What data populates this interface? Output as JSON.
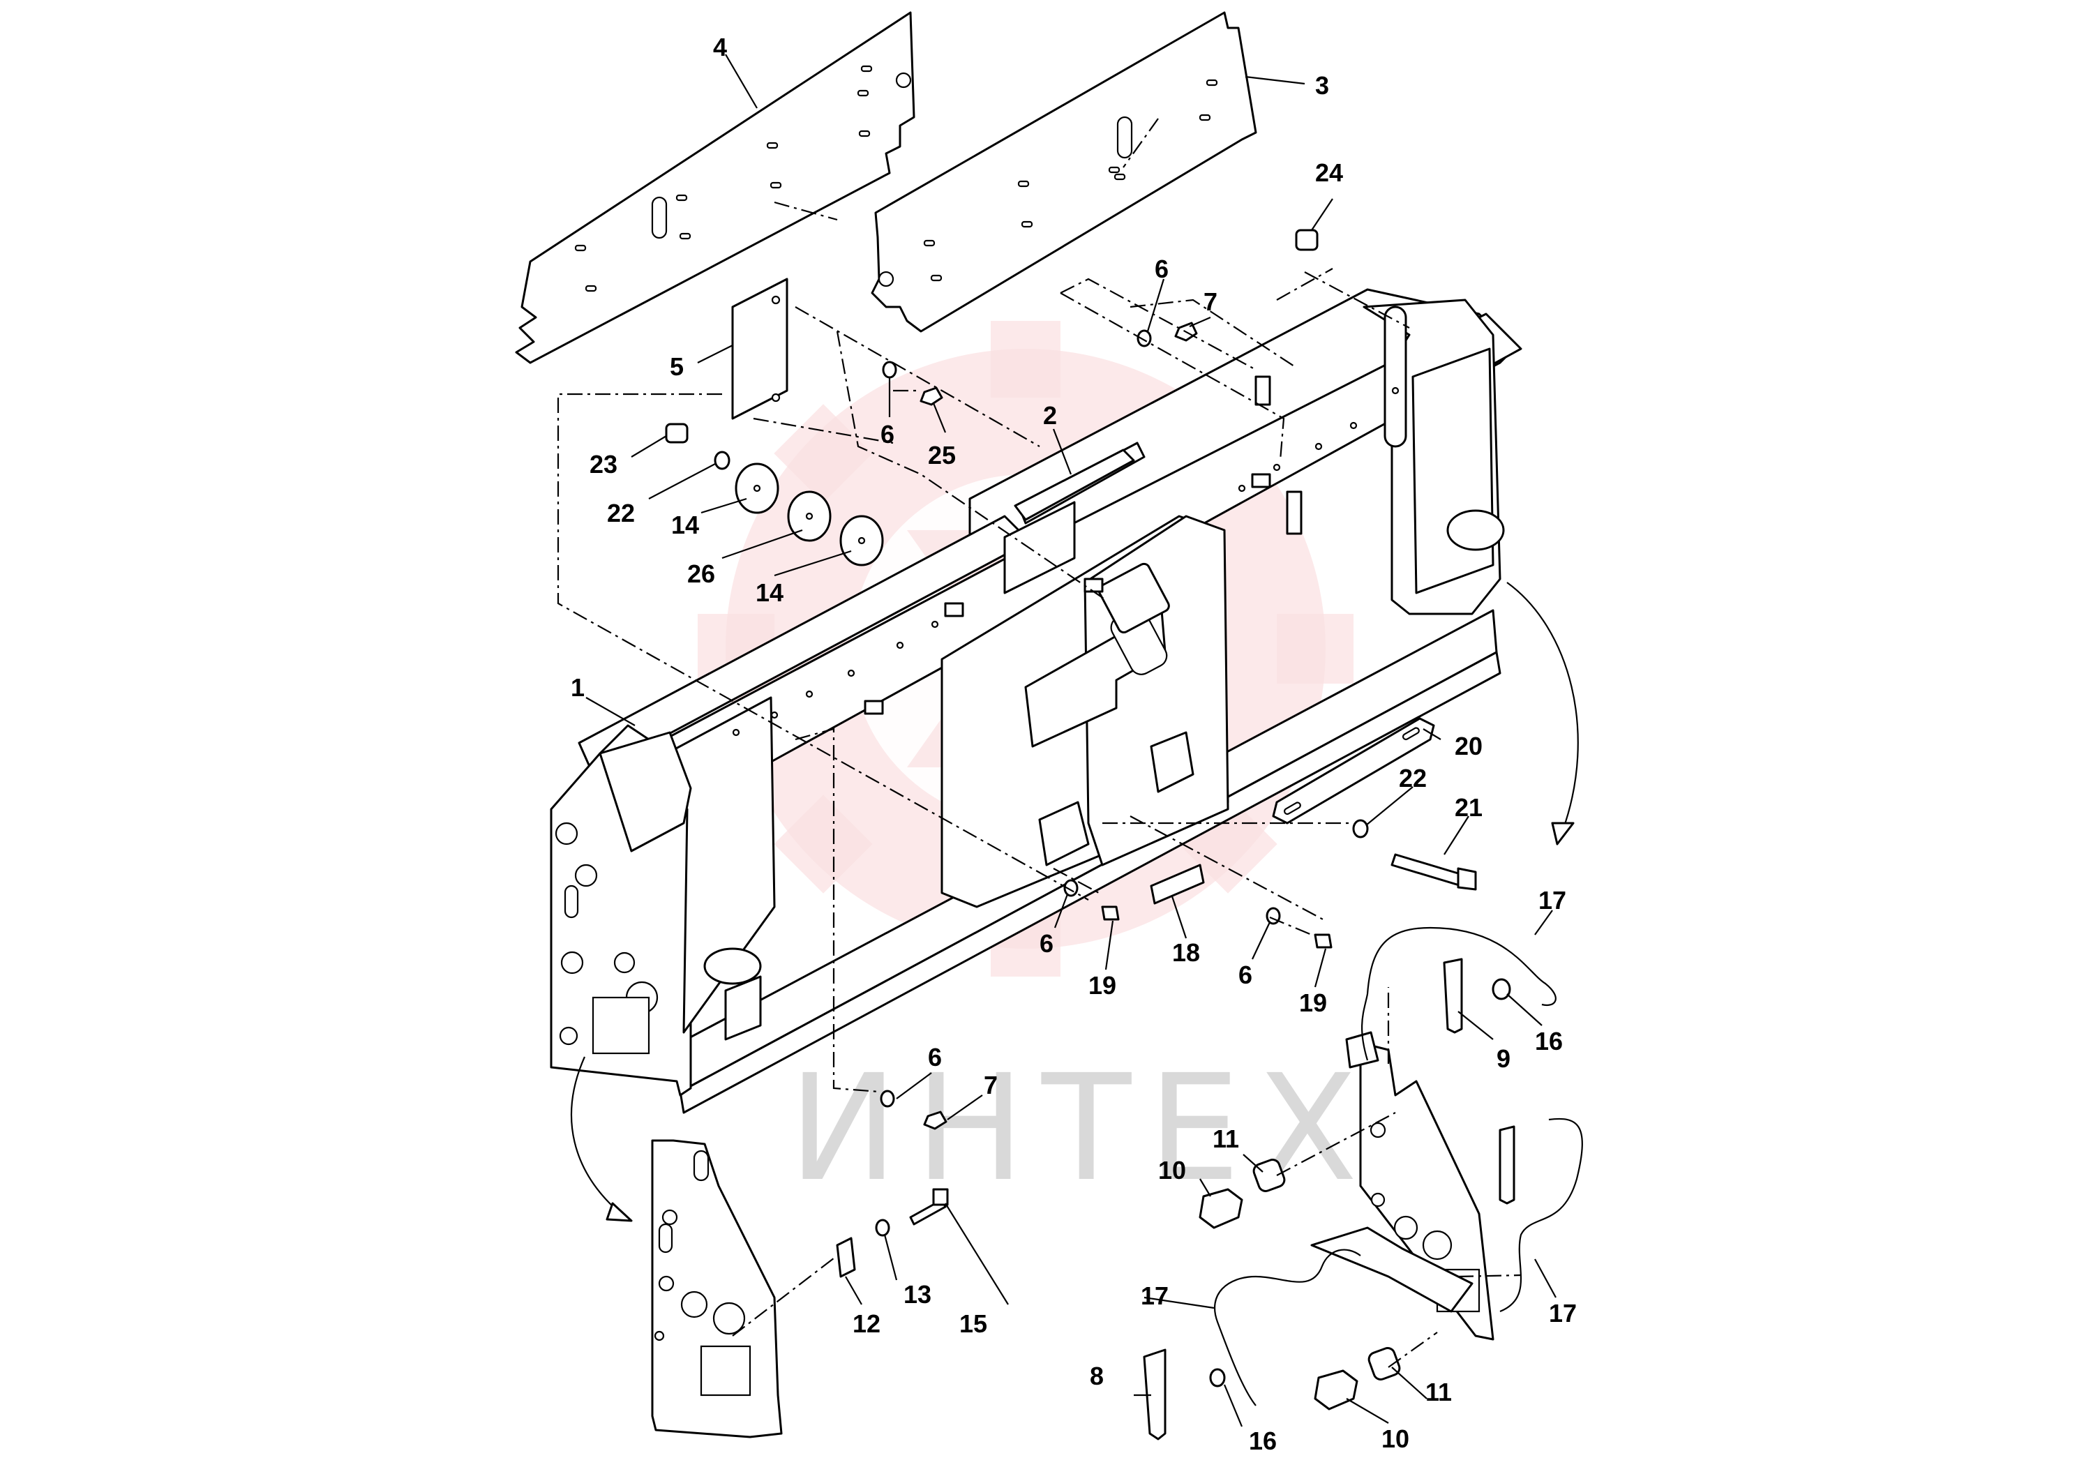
{
  "watermark": {
    "text": "ИНТЕХ",
    "color": "#d9d9d9",
    "gear_color": "#f4b8bc"
  },
  "callouts": [
    "4",
    "3",
    "24",
    "6",
    "7",
    "5",
    "6",
    "25",
    "2",
    "23",
    "22",
    "14",
    "26",
    "14",
    "1",
    "20",
    "22",
    "21",
    "17",
    "18",
    "6",
    "19",
    "6",
    "19",
    "9",
    "16",
    "6",
    "7",
    "11",
    "10",
    "16",
    "17",
    "17",
    "15",
    "13",
    "12",
    "8",
    "16",
    "11",
    "10"
  ]
}
